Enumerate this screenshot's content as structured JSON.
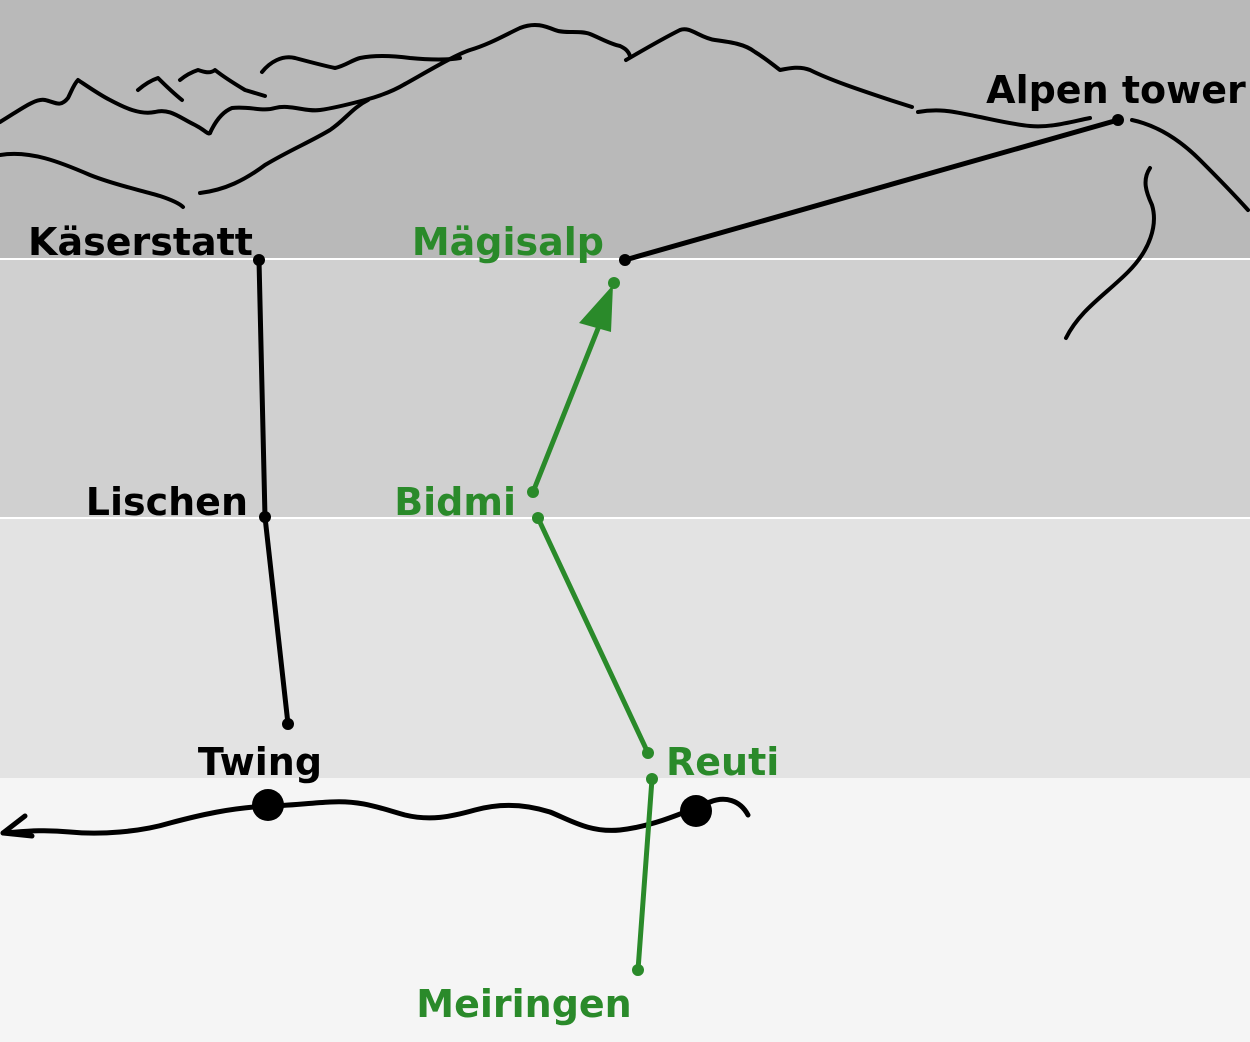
{
  "colors": {
    "band_top": "#b9b9b9",
    "band_upper_mid": "#d0d0d0",
    "band_lower_mid": "#e3e3e3",
    "band_bottom": "#f5f5f5",
    "band_divider": "#ffffff",
    "black_route": "#000000",
    "green_route": "#2a8a2a"
  },
  "stations": {
    "alpen_tower": "Alpen tower",
    "kaeserstatt": "Käserstatt",
    "maegisalp": "Mägisalp",
    "lischen": "Lischen",
    "bidmi": "Bidmi",
    "twing": "Twing",
    "reuti": "Reuti",
    "meiringen": "Meiringen"
  }
}
